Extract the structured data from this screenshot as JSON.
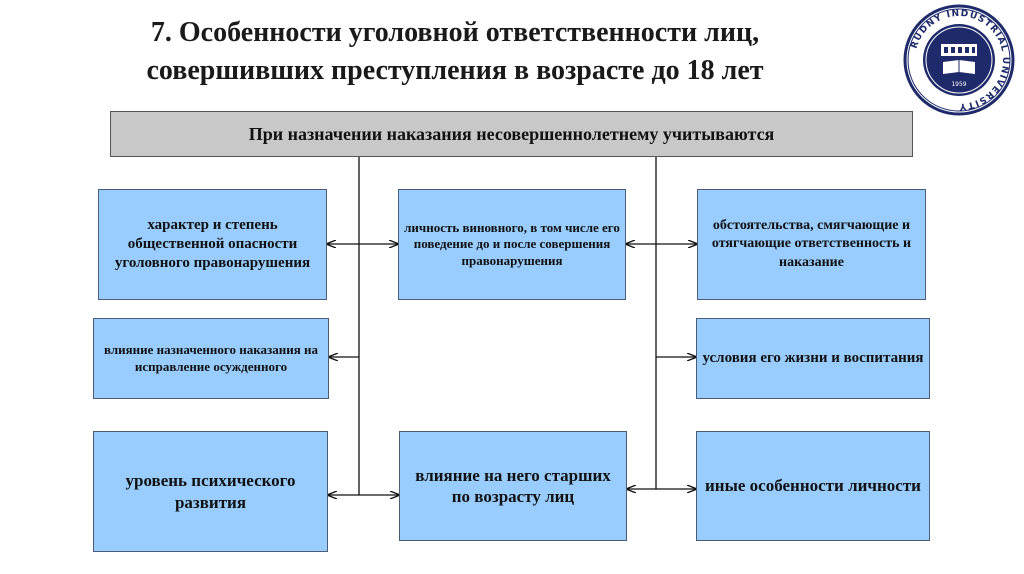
{
  "title": {
    "line1": "7. Особенности уголовной ответственности лиц,",
    "line2": "совершивших преступления в возрасте до 18 лет"
  },
  "header": "При назначении наказания несовершеннолетнему учитываются",
  "boxes": {
    "nature_degree": "характер и степень общественной опасности уголовного правонарушения",
    "personality": "личность виновного, в том числе его поведение до и после совершения правонарушения",
    "circumstances": "обстоятельства, смягчающие и отягчающие ответственность и наказание",
    "influence_penalty": "влияние назначенного наказания на исправление осужденного",
    "living_conditions": "условия его жизни и воспитания",
    "mental_level": "уровень психического развития",
    "elders_influence": "влияние на него старших по возрасту лиц",
    "other_features": "иные особенности личности"
  },
  "logo": {
    "ring_text": "RUDNY INDUSTRIAL UNIVERSITY",
    "year": "1959"
  },
  "colors": {
    "box_fill": "#99ccff",
    "header_fill": "#c8c8c8",
    "logo_navy": "#1f2a6b"
  }
}
